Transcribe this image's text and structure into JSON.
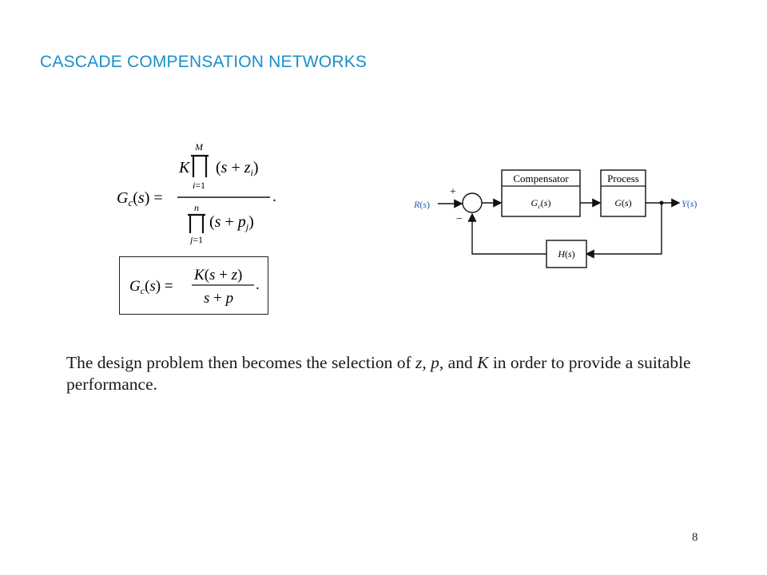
{
  "slide": {
    "title": "CASCADE COMPENSATION NETWORKS",
    "page_number": "8"
  },
  "general_equation": {
    "lhs": "Gc(s) =",
    "numerator_gain": "K",
    "numerator_product_upper": "M",
    "numerator_product_lower": "i=1",
    "numerator_factor": "(s + zi)",
    "denominator_product_upper": "n",
    "denominator_product_lower": "j=1",
    "denominator_factor": "(s + pj)",
    "trailing_punctuation": "."
  },
  "first_order_equation": {
    "lhs": "Gc(s) =",
    "numerator": "K(s + z)",
    "denominator": "s + p",
    "trailing_punctuation": "."
  },
  "block_diagram": {
    "input_label": "R(s)",
    "output_label": "Y(s)",
    "plus_sign": "+",
    "minus_sign": "−",
    "compensator_title": "Compensator",
    "compensator_tf": "Gc(s)",
    "process_title": "Process",
    "process_tf": "G(s)",
    "feedback_tf": "H(s)"
  },
  "body": {
    "text_before_z": "The design problem then becomes the selection of ",
    "z": "z",
    "comma1": ", ",
    "p": "p",
    "comma2": ", and ",
    "k": "K",
    "text_after_k": " in order to provide a suitable performance."
  }
}
